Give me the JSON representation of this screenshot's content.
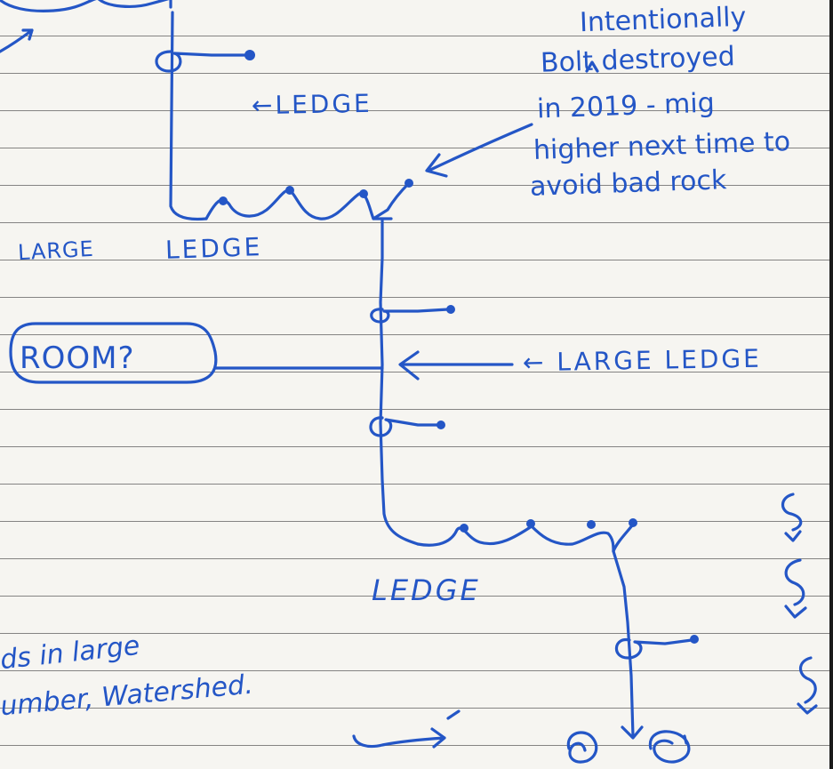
{
  "labels": {
    "ledge_top": "←LEDGE",
    "large_left": "LARGE",
    "ledge_mid": "LEDGE",
    "room_question": "ROOM?",
    "large_ledge": "← LARGE LEDGE",
    "ledge_bottom": "LEDGE"
  },
  "annotation": {
    "line1": "Intentionally",
    "line2": "Bolt destroyed",
    "line3": "in 2019 - mig",
    "line4": "higher next time to",
    "line5": "avoid bad rock"
  },
  "bottom_note": {
    "line1": "ds in large",
    "line2": "umber, Watershed."
  },
  "colors": {
    "ink": "#2456c6",
    "paper": "#f6f5f1",
    "rule": "#3a3a3a"
  }
}
